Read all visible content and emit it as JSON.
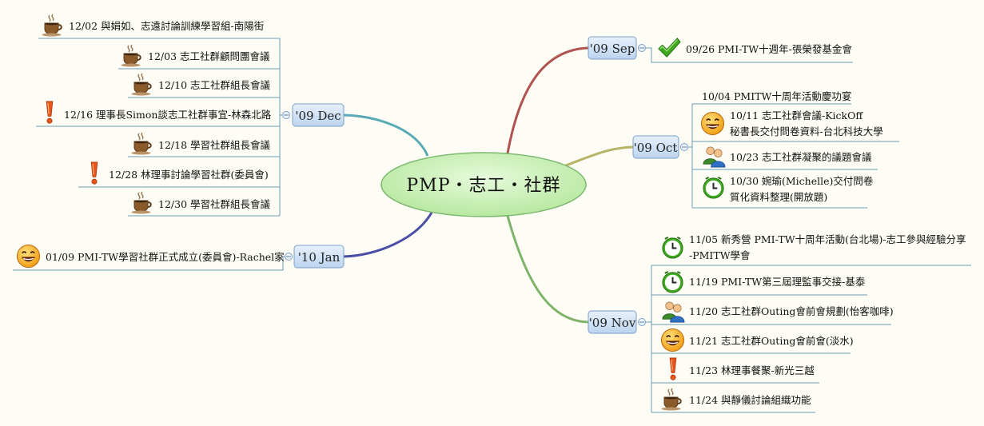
{
  "root": {
    "label": "PMP・志工・社群"
  },
  "branches": {
    "sep": {
      "label": "'09 Sep",
      "items": [
        {
          "icon": "checkmark-icon",
          "text": "09/26 PMI-TW十週年-張榮發基金會"
        }
      ]
    },
    "oct": {
      "label": "'09 Oct",
      "items": [
        {
          "icon": "",
          "lines": [
            "10/04 PMITW十周年活動慶功宴"
          ]
        },
        {
          "icon": "smiley-icon",
          "lines": [
            "10/11 志工社群會議-KickOff",
            "秘書長交付問卷資料-台北科技大學"
          ]
        },
        {
          "icon": "people-icon",
          "lines": [
            "10/23 志工社群凝聚的議題會議"
          ]
        },
        {
          "icon": "clock-icon",
          "lines": [
            "10/30 婉瑜(Michelle)交付問卷",
            "質化資料整理(開放題)"
          ]
        }
      ]
    },
    "nov": {
      "label": "'09 Nov",
      "items": [
        {
          "icon": "clock-icon",
          "lines": [
            "11/05 新秀營 PMI-TW十周年活動(台北場)-志工參與經驗分享",
            "-PMITW學會"
          ]
        },
        {
          "icon": "clock-icon",
          "lines": [
            "11/19 PMI-TW第三屆理監事交接-基泰"
          ]
        },
        {
          "icon": "people-icon",
          "lines": [
            "11/20 志工社群Outing會前會規劃(怡客咖啡)"
          ]
        },
        {
          "icon": "smiley-icon",
          "lines": [
            "11/21 志工社群Outing會前會(淡水)"
          ]
        },
        {
          "icon": "exclamation-icon",
          "lines": [
            "11/23 林理事餐聚-新光三越"
          ]
        },
        {
          "icon": "coffee-icon",
          "lines": [
            "11/24 與靜儀討論組織功能"
          ]
        }
      ]
    },
    "dec": {
      "label": "'09 Dec",
      "items": [
        {
          "icon": "coffee-icon",
          "text": "12/02 與娟如、志遠討論訓練學習組-南陽街"
        },
        {
          "icon": "coffee-icon",
          "text": "12/03 志工社群顧問團會議"
        },
        {
          "icon": "coffee-icon",
          "text": "12/10 志工社群組長會議"
        },
        {
          "icon": "exclamation-icon",
          "text": "12/16 理事長Simon談志工社群事宜-林森北路"
        },
        {
          "icon": "coffee-icon",
          "text": "12/18 學習社群組長會議"
        },
        {
          "icon": "exclamation-icon",
          "text": "12/28 林理事討論學習社群(委員會)"
        },
        {
          "icon": "coffee-icon",
          "text": "12/30 學習社群組長會議"
        }
      ]
    },
    "jan": {
      "label": "'10 Jan",
      "items": [
        {
          "icon": "smiley-icon",
          "text": "01/09 PMI-TW學習社群正式成立(委員會)-Rachel家"
        }
      ]
    }
  },
  "colors": {
    "branch_sep": "#b0524f",
    "branch_oct": "#b7b468",
    "branch_nov": "#7fb36a",
    "branch_dec": "#5aaab5",
    "branch_jan": "#4b4fa8",
    "root_fill": "#c9f0b6",
    "root_stroke": "#7cb870",
    "node_fill": "#cfe0f5",
    "node_stroke": "#7a9fc8",
    "leaf_line": "#6a9ab3"
  }
}
